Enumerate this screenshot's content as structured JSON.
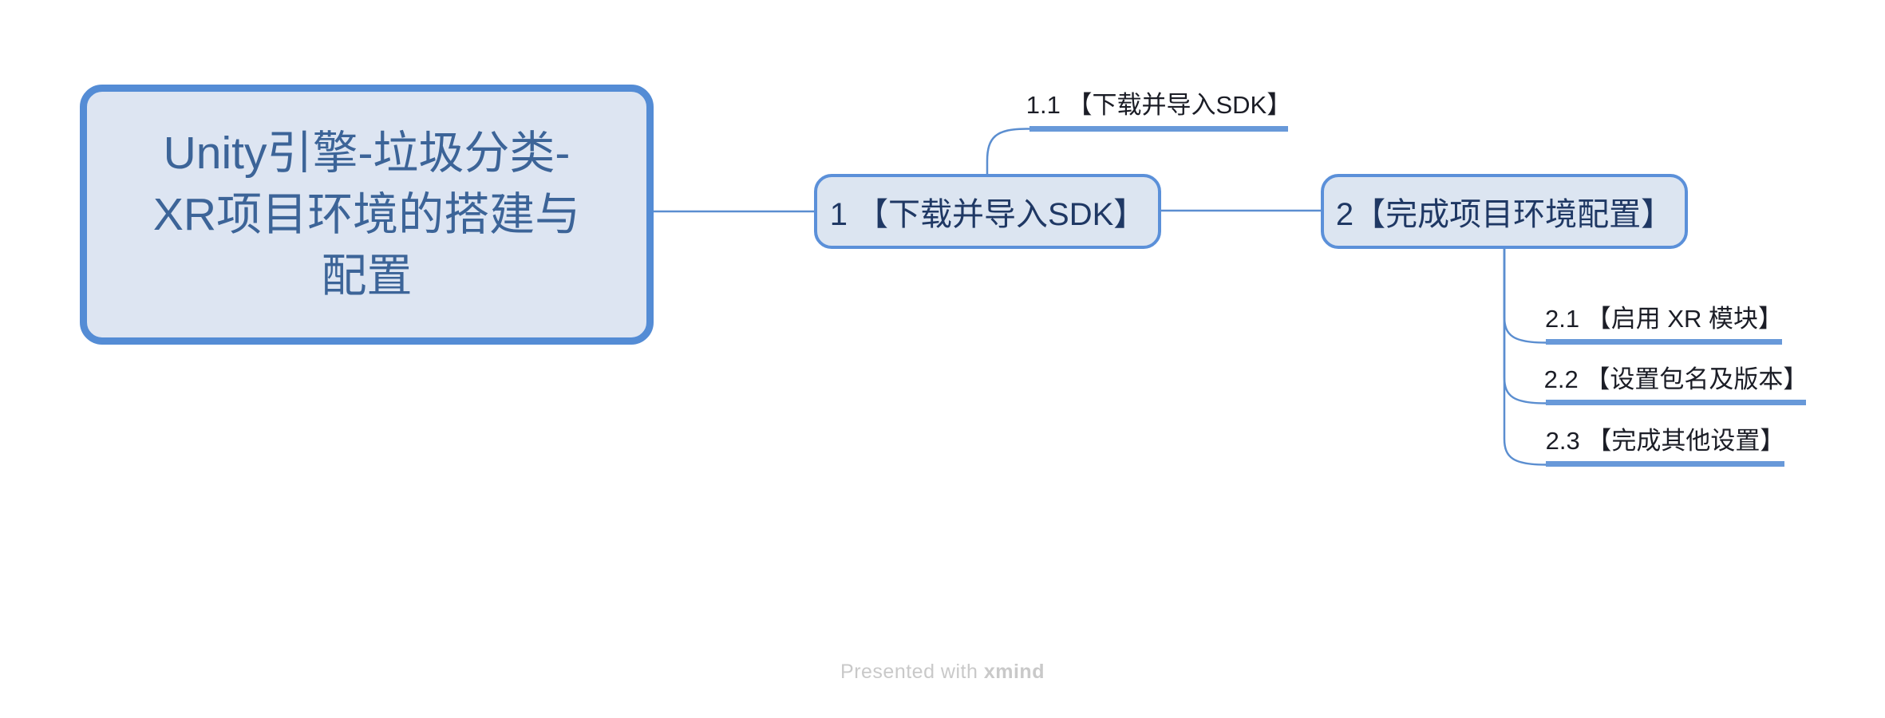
{
  "colors": {
    "connector": "#5b8ed0",
    "root_border": "#548cd5",
    "root_fill": "#dde5f2",
    "root_text": "#3c6498",
    "node_border": "#5b90d9",
    "node_fill": "#dce5f1",
    "node_text": "#1f3864",
    "child_text": "#1b1d26",
    "underline": "#6899d9",
    "footer_text": "#c9c9c9"
  },
  "root": {
    "full_title": "Unity引擎-垃圾分类-XR项目环境的搭建与配置",
    "title_lines": [
      "Unity引擎-垃圾分类-",
      "XR项目环境的搭建与",
      "配置"
    ]
  },
  "topics": {
    "topic1": {
      "label": "1 【下载并导入SDK】"
    },
    "topic2": {
      "label": "2【完成项目环境配置】"
    }
  },
  "subtopics": {
    "t11": {
      "label": "1.1 【下载并导入SDK】"
    },
    "t21": {
      "label": "2.1 【启用 XR 模块】"
    },
    "t22": {
      "label": "2.2 【设置包名及版本】"
    },
    "t23": {
      "label": "2.3 【完成其他设置】"
    }
  },
  "footer": {
    "prefix": "Presented with ",
    "brand": "xmind"
  }
}
